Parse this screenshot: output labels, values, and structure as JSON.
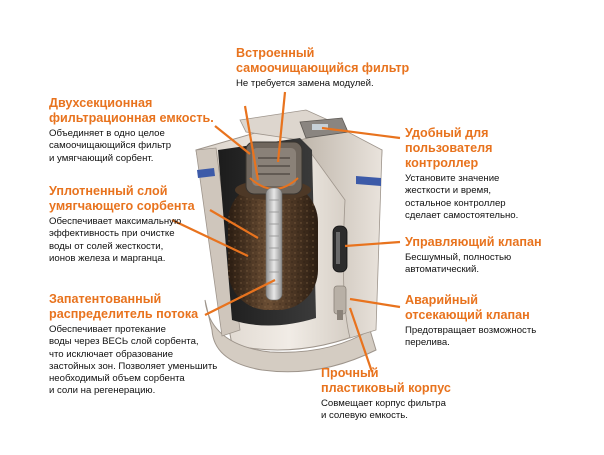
{
  "colors": {
    "accent": "#e8731e",
    "text": "#111111",
    "shell_light": "#ece6df",
    "shell_mid": "#cfc6bc",
    "shell_dark": "#9e958c",
    "media_dark": "#3a2a1c",
    "media_mid": "#6b4e34",
    "blue_stripe": "#3c5aa8"
  },
  "callouts": {
    "built_in_filter": {
      "title": "Встроенный\nсамоочищающийся фильтр",
      "desc": "Не требуется замена модулей."
    },
    "dual_tank": {
      "title": "Двухсекционная\nфильтрационная емкость.",
      "desc": "Объединяет в одно целое\nсамоочищающийся фильтр\nи умягчающий сорбент."
    },
    "compacted_layer": {
      "title": "Уплотненный слой\nумягчающего сорбента",
      "desc": "Обеспечивает максимальную\nэффективность при очистке\nводы от солей жесткости,\nионов железа и марганца."
    },
    "flow_distributor": {
      "title": "Запатентованный\nраспределитель потока",
      "desc": "Обеспечивает протекание\nводы через ВЕСЬ слой сорбента,\nчто исключает образование\nзастойных зон. Позволяет уменьшить\nнеобходимый объем сорбента\nи соли на регенерацию."
    },
    "controller": {
      "title": "Удобный для\nпользователя\nконтроллер",
      "desc": "Установите значение\nжесткости и время,\nостальное контроллер\nсделает самостоятельно."
    },
    "control_valve": {
      "title": "Управляющий клапан",
      "desc": "Бесшумный, полностью\nавтоматический."
    },
    "emergency_valve": {
      "title": "Аварийный\nотсекающий клапан",
      "desc": "Предотвращает возможность\nперелива."
    },
    "housing": {
      "title": "Прочный\nпластиковый корпус",
      "desc": "Совмещает корпус фильтра\nи солевую емкость."
    }
  }
}
